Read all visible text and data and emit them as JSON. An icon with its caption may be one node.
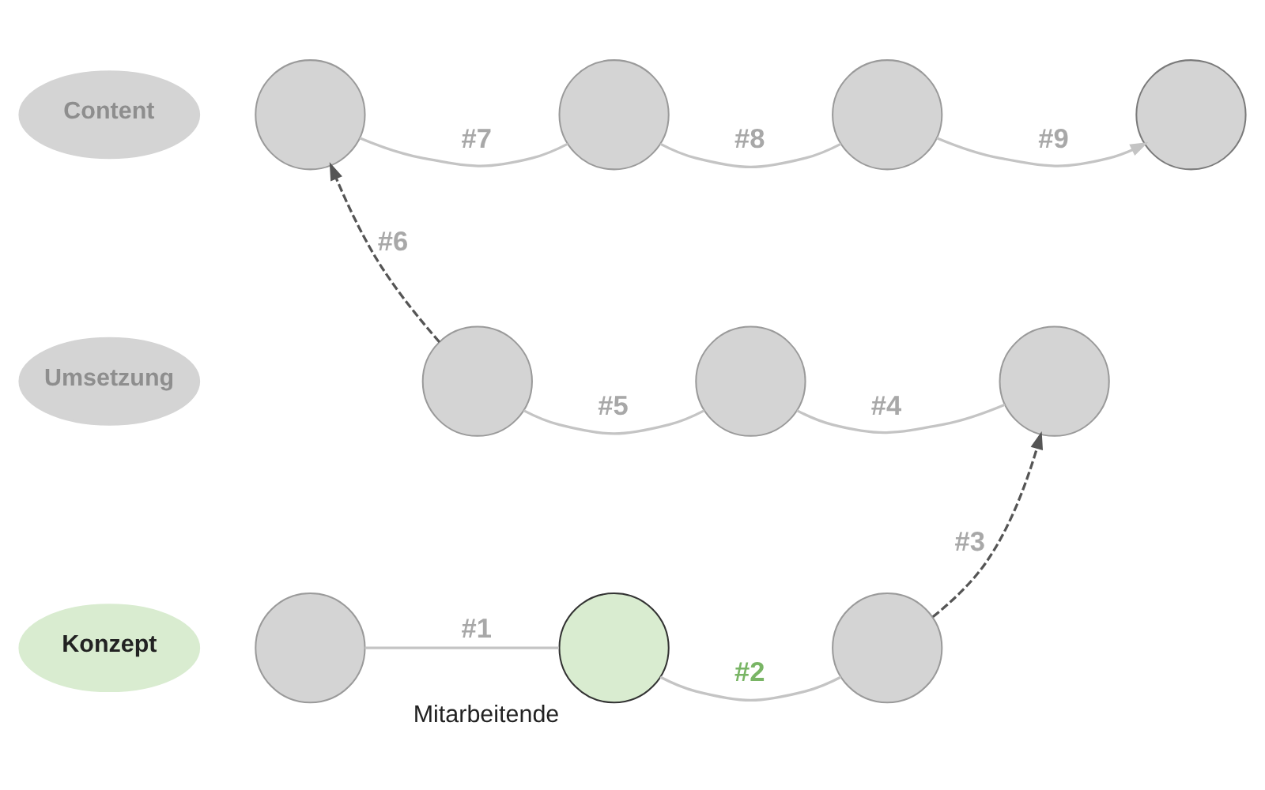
{
  "diagram": {
    "nodes": [
      {
        "text": [
          "Content"
        ]
      },
      {
        "text": [],
        "shape": "circle"
      },
      {
        "text": [],
        "shape": "circle"
      },
      {
        "text": [],
        "shape": "circle"
      },
      {
        "text": [],
        "shape": "circle"
      },
      {
        "text": [
          "Umsetzung"
        ]
      },
      {
        "text": [],
        "shape": "circle"
      },
      {
        "text": [],
        "shape": "circle"
      },
      {
        "text": [],
        "shape": "circle"
      },
      {
        "text": [
          "Konzept"
        ]
      },
      {
        "text": [],
        "shape": "circle"
      },
      {
        "text": [],
        "shape": "circle",
        "beside": [
          "Mitarbeitende"
        ]
      },
      {
        "text": [],
        "shape": "circle"
      }
    ],
    "edges": [
      {
        "from": 10,
        "to": 11,
        "arrow": "none",
        "label": "#1"
      },
      {
        "from": 11,
        "to": 12,
        "arrow": "none",
        "label": "#2"
      },
      {
        "from": 12,
        "to": 8,
        "arrow": "to",
        "label": "#3",
        "style": "dashed",
        "color": "#555555"
      },
      {
        "from": 8,
        "to": 7,
        "arrow": "none",
        "label": "#4"
      },
      {
        "from": 7,
        "to": 6,
        "arrow": "none",
        "label": "#5"
      },
      {
        "from": 6,
        "to": 1,
        "arrow": "to",
        "label": "#6",
        "style": "dashed",
        "color": "#555555"
      },
      {
        "from": 1,
        "to": 2,
        "arrow": "none",
        "label": "#7"
      },
      {
        "from": 2,
        "to": 3,
        "arrow": "none",
        "label": "#8"
      },
      {
        "from": 3,
        "to": 4,
        "arrow": "to",
        "label": "#9"
      }
    ]
  }
}
